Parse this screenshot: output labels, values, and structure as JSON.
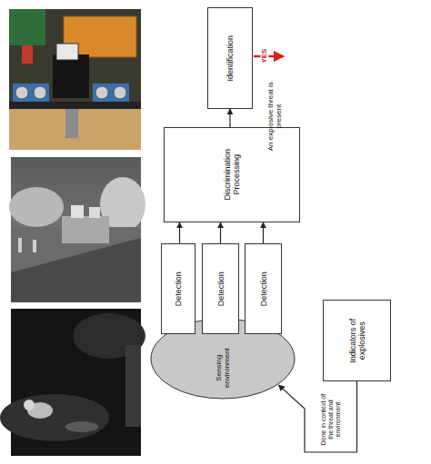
{
  "diagram": {
    "nodes": [
      {
        "text": [
          "Identification"
        ]
      },
      {
        "text": [
          "Discrimination Processing"
        ]
      },
      {
        "text": [
          "Detection"
        ]
      },
      {
        "text": [
          "Detection"
        ]
      },
      {
        "text": [
          "Detection"
        ]
      },
      {
        "text": [
          "Sensing environment"
        ]
      },
      {
        "text": [
          "Indicators of explosives"
        ]
      }
    ],
    "edges": [
      {
        "from": 2,
        "to": 1,
        "arrow": "to"
      },
      {
        "from": 3,
        "to": 1,
        "arrow": "to"
      },
      {
        "from": 4,
        "to": 1,
        "arrow": "to"
      },
      {
        "from": 1,
        "to": 0,
        "arrow": "to"
      },
      {
        "from": 6,
        "to": 5,
        "label": "Done in context of the threat and environment",
        "arrow": "to"
      }
    ],
    "labels": [
      "YES",
      "An explosive threat is present"
    ]
  }
}
